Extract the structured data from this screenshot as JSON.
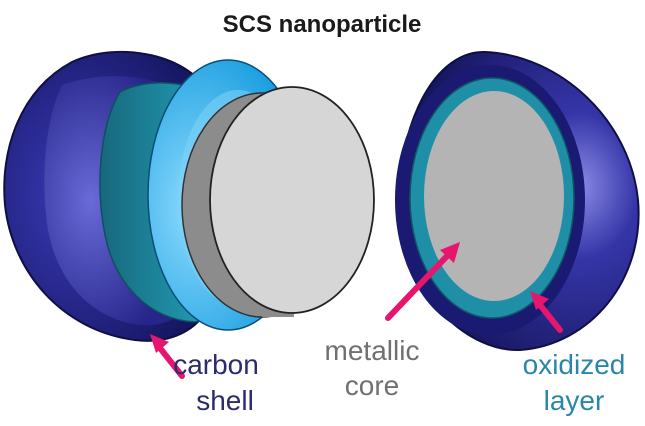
{
  "title": "SCS nanoparticle",
  "labels": {
    "carbon_line1": "carbon",
    "carbon_line2": "shell",
    "core_line1": "metallic",
    "core_line2": "core",
    "oxide_line1": "oxidized",
    "oxide_line2": "layer"
  },
  "colors": {
    "carbon_dark": "#1a1a6e",
    "carbon_mid": "#2e2e9c",
    "oxide_teal": "#1e8fa6",
    "oxide_light": "#33b7ee",
    "core_gray": "#d4d4d4",
    "core_dark": "#8a8a8a",
    "arrow": "#e6166f",
    "label_carbon": "#2b2b6e",
    "label_core": "#707070",
    "label_oxide": "#2a86a8"
  },
  "icons": {
    "arrow": "arrow-up-right-icon"
  }
}
